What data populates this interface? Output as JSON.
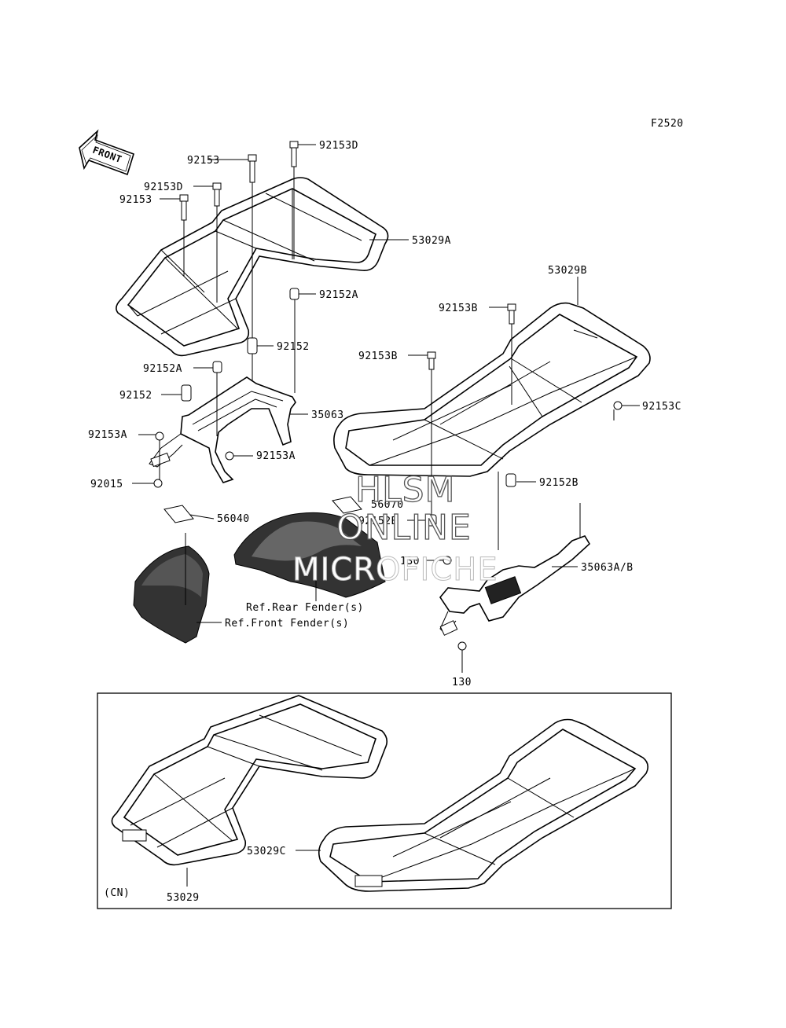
{
  "figure_code": "F2520",
  "front_arrow_label": "FRONT",
  "callouts": {
    "c92153_top": "92153",
    "c92153D_top": "92153D",
    "c92153D_left": "92153D",
    "c92153_left": "92153",
    "c53029A": "53029A",
    "c92152A_right": "92152A",
    "c92152_mid": "92152",
    "c92152A_left": "92152A",
    "c92152_left": "92152",
    "c35063": "35063",
    "c92153A_left": "92153A",
    "c92153A_right": "92153A",
    "c92015": "92015",
    "c56040": "56040",
    "c56070": "56070",
    "c92152B_left": "92152B",
    "c53029B": "53029B",
    "c92153B_top": "92153B",
    "c92153B_left": "92153B",
    "c92153C": "92153C",
    "c92152B_right": "92152B",
    "c130_top": "130",
    "c35063AB": "35063A/B",
    "c130_bottom": "130",
    "ref_rear_fender": "Ref.Rear Fender(s)",
    "ref_front_fender": "Ref.Front Fender(s)",
    "c53029": "53029",
    "c53029C": "53029C",
    "cn_note": "(CN)"
  },
  "watermark": {
    "line1": "HLSM",
    "line2": "ONLINE",
    "line3": "MICROFICHE"
  }
}
